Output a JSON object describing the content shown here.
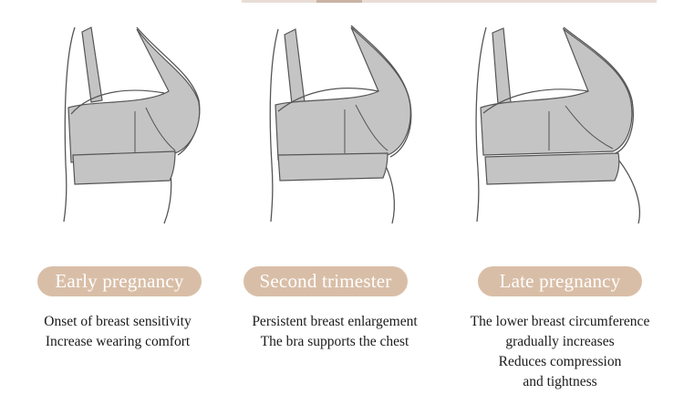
{
  "stages": [
    {
      "label": "Early pregnancy",
      "lines": [
        "Onset of breast sensitivity",
        "Increase wearing comfort"
      ]
    },
    {
      "label": "Second trimester",
      "lines": [
        "Persistent breast enlargement",
        "The bra supports the chest"
      ]
    },
    {
      "label": "Late pregnancy",
      "lines": [
        "The lower breast circumference",
        "gradually increases",
        "Reduces compression",
        "and tightness"
      ]
    }
  ],
  "colors": {
    "pill": "#d9bea7",
    "pill_text": "#ffffff",
    "bra_fill": "#c4c4c4",
    "outline": "#555555"
  }
}
